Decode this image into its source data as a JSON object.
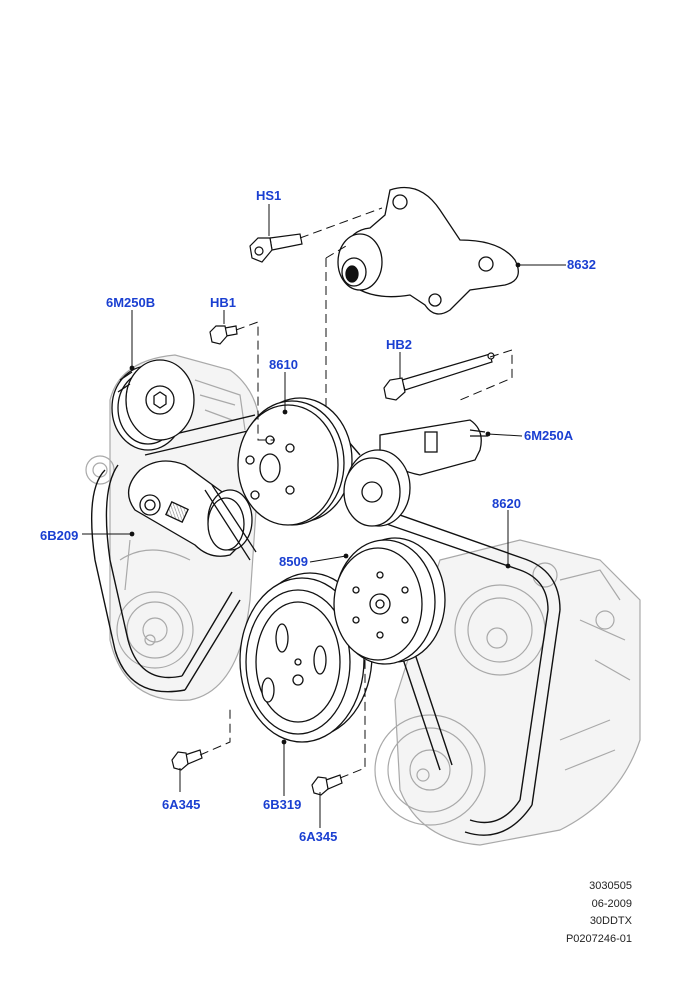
{
  "accent_color": "#1a3fd1",
  "callouts": {
    "hs1": "HS1",
    "p8632": "8632",
    "p6m250b": "6M250B",
    "hb1": "HB1",
    "p8610": "8610",
    "hb2": "HB2",
    "p6m250a": "6M250A",
    "p8620": "8620",
    "p6b209": "6B209",
    "p8509": "8509",
    "p6a345_left": "6A345",
    "p6b319": "6B319",
    "p6a345_right": "6A345"
  },
  "reference": {
    "line1": "3030505",
    "line2": "06-2009",
    "line3": "30DDTX",
    "line4": "P0207246-01"
  }
}
